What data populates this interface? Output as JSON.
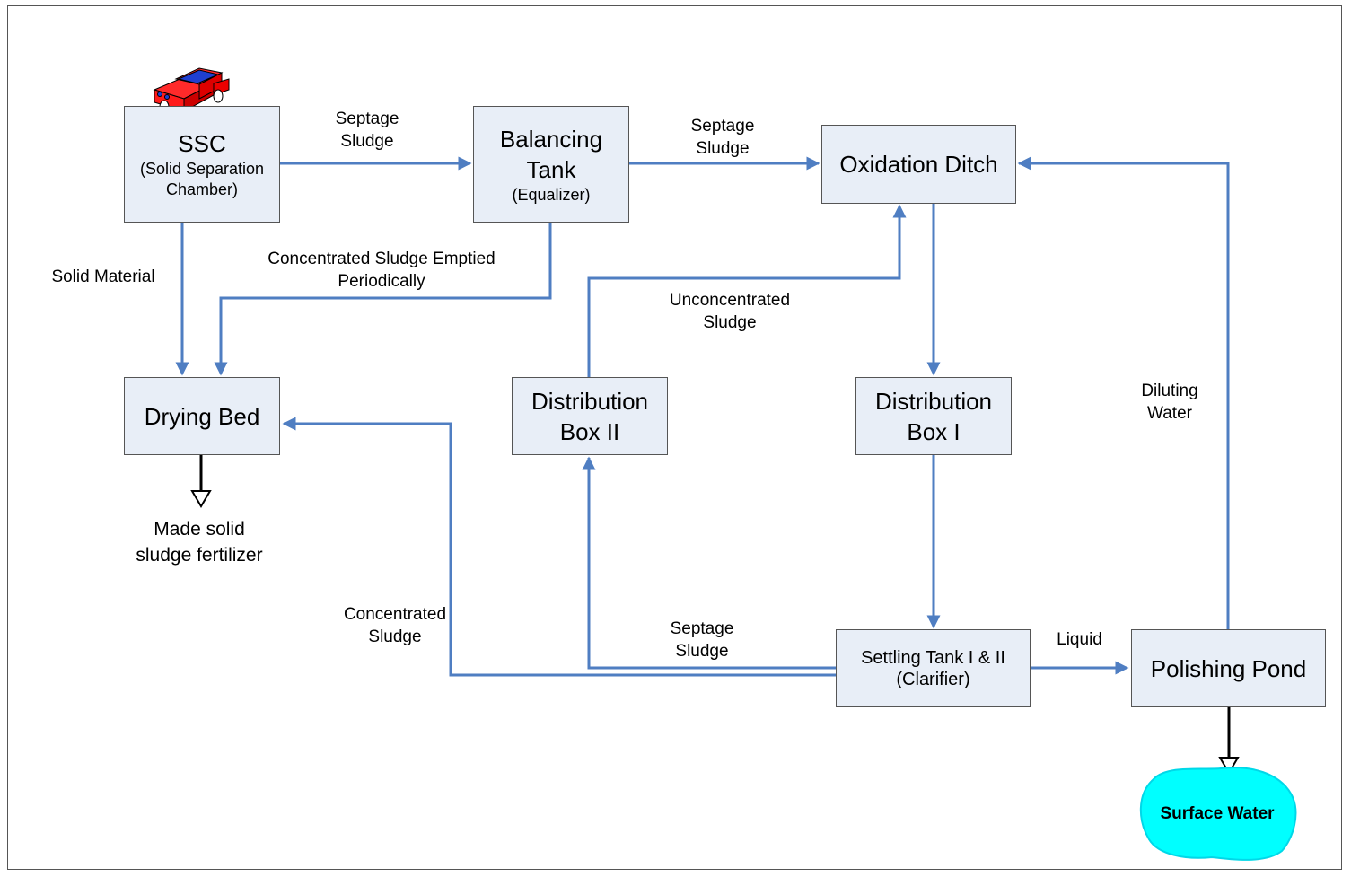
{
  "boxes": {
    "ssc": {
      "title": "SSC",
      "sub1": "(Solid Separation",
      "sub2": "Chamber)"
    },
    "balancing_tank": {
      "line1": "Balancing",
      "line2": "Tank",
      "sub": "(Equalizer)"
    },
    "oxidation_ditch": {
      "title": "Oxidation Ditch"
    },
    "drying_bed": {
      "title": "Drying Bed"
    },
    "distribution_box_2": {
      "line1": "Distribution",
      "line2": "Box II"
    },
    "distribution_box_1": {
      "line1": "Distribution",
      "line2": "Box I"
    },
    "settling_tank": {
      "line1": "Settling Tank I & II",
      "line2": "(Clarifier)"
    },
    "polishing_pond": {
      "title": "Polishing Pond"
    },
    "surface_water": {
      "title": "Surface Water"
    }
  },
  "labels": {
    "ssc_to_balancing": [
      "Septage",
      "Sludge"
    ],
    "balancing_to_oxidation": [
      "Septage",
      "Sludge"
    ],
    "solid_material": [
      "Solid Material"
    ],
    "concentrated_emptied": [
      "Concentrated Sludge Emptied",
      "Periodically"
    ],
    "unconcentrated": [
      "Unconcentrated",
      "Sludge"
    ],
    "diluting_water": [
      "Diluting",
      "Water"
    ],
    "made_solid": [
      "Made solid",
      "sludge fertilizer"
    ],
    "concentrated": [
      "Concentrated",
      "Sludge"
    ],
    "septage_return": [
      "Septage",
      "Sludge"
    ],
    "liquid": [
      "Liquid"
    ]
  },
  "colors": {
    "flow_line": "#4f7ec2",
    "box_fill": "#e8eef7",
    "surface_water": "#00ffff",
    "car_body": "#ff0000",
    "car_roof": "#1f3fd0"
  }
}
